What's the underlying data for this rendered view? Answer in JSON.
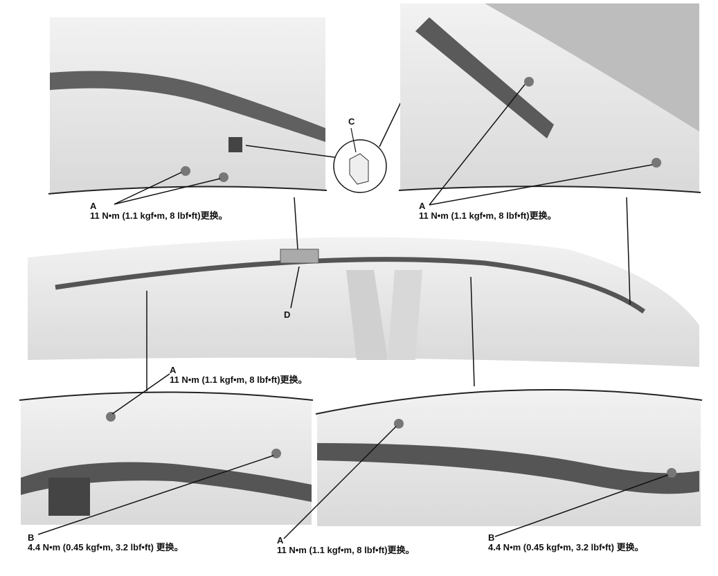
{
  "callouts": {
    "top_left": {
      "letter": "A",
      "spec": "11 N•m (1.1 kgf•m, 8 lbf•ft)更换。"
    },
    "top_right": {
      "letter": "A",
      "spec": "11 N•m (1.1 kgf•m, 8 lbf•ft)更换。"
    },
    "middle": {
      "letter": "A",
      "spec": "11 N•m (1.1 kgf•m, 8 lbf•ft)更换。"
    },
    "bottom_left": {
      "letter": "B",
      "spec": "4.4 N•m (0.45 kgf•m, 3.2 lbf•ft) 更换。"
    },
    "bottom_center": {
      "letter": "A",
      "spec": "11 N•m (1.1 kgf•m, 8 lbf•ft)更换。"
    },
    "bottom_right": {
      "letter": "B",
      "spec": "4.4 N•m (0.45 kgf•m, 3.2 lbf•ft) 更换。"
    }
  },
  "parts": {
    "clip": "C",
    "cover": "D"
  },
  "colors": {
    "panel": "#e6e6e6",
    "harness": "#555555",
    "line": "#111111"
  }
}
